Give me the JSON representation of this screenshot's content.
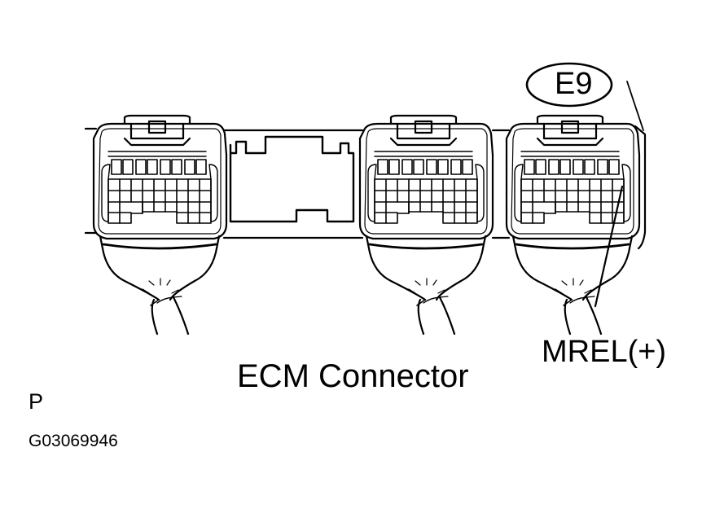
{
  "diagram": {
    "connector_name": "ECM Connector",
    "connector_code": "E9",
    "pin_label": "MREL(+)",
    "view_letter": "P",
    "figure_id": "G03069946",
    "colors": {
      "line": "#000000",
      "background": "#ffffff"
    }
  }
}
